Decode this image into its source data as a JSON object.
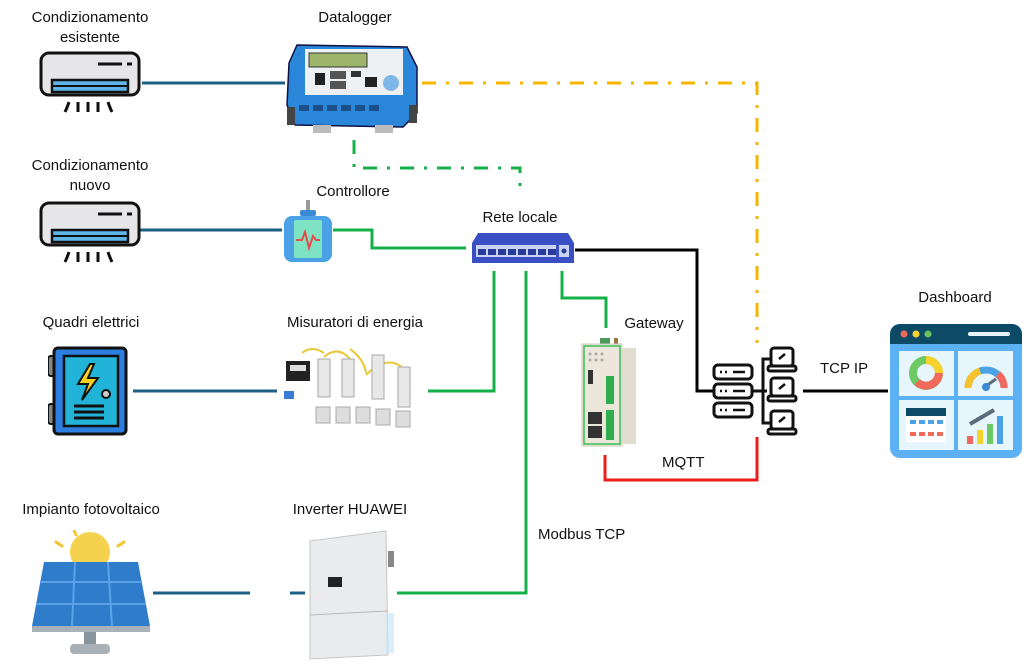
{
  "diagram": {
    "nodes": {
      "existing_ac": {
        "label_line1": "Condizionamento",
        "label_line2": "esistente"
      },
      "new_ac": {
        "label_line1": "Condizionamento",
        "label_line2": "nuovo"
      },
      "datalogger": {
        "label": "Datalogger"
      },
      "controller": {
        "label": "Controllore"
      },
      "switch": {
        "label": "Rete locale"
      },
      "panels": {
        "label": "Quadri elettrici"
      },
      "meters": {
        "label": "Misuratori di energia"
      },
      "gateway": {
        "label": "Gateway"
      },
      "pv": {
        "label": "Impianto fotovoltaico"
      },
      "inverter": {
        "label": "Inverter HUAWEI"
      },
      "server": {
        "label": ""
      },
      "dashboard": {
        "label": "Dashboard"
      }
    },
    "connections": {
      "modbus_label": "Modbus TCP",
      "mqtt_label": "MQTT",
      "tcpip_label": "TCP IP"
    },
    "colors": {
      "serial": "#1d5f86",
      "lan": "#16b04a",
      "internet": "#000000",
      "mqtt": "#ee1c1c",
      "remote": "#f7b500"
    }
  }
}
